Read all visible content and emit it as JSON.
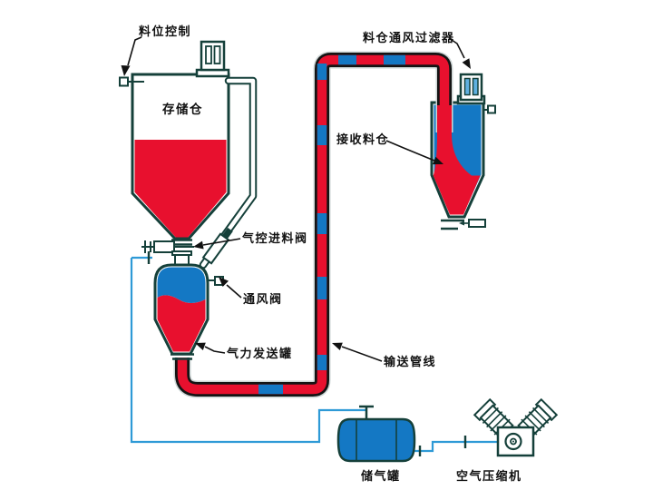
{
  "diagram": {
    "type": "pneumatic-conveying-system-schematic",
    "labels": {
      "level_control": "料位控制",
      "storage_silo": "存储仓",
      "silo_vent_filter": "料仓通风过滤器",
      "receiving_silo": "接收料仓",
      "pneumatic_feed_valve": "气控进料阀",
      "vent_valve": "通风阀",
      "pneumatic_sending_tank": "气力发送罐",
      "conveying_pipeline": "输送管线",
      "air_tank": "储气罐",
      "air_compressor": "空气压缩机"
    },
    "colors": {
      "material_red": "#e8102e",
      "air_blue": "#1478c4",
      "line_blue": "#2e9ad6",
      "filter_blue": "#5fb0e0",
      "outline_dark": "#15403a",
      "pipe_outline": "#141414",
      "pipe_shadow": "#ccd5d5",
      "text": "#111111",
      "background": "#ffffff"
    }
  }
}
